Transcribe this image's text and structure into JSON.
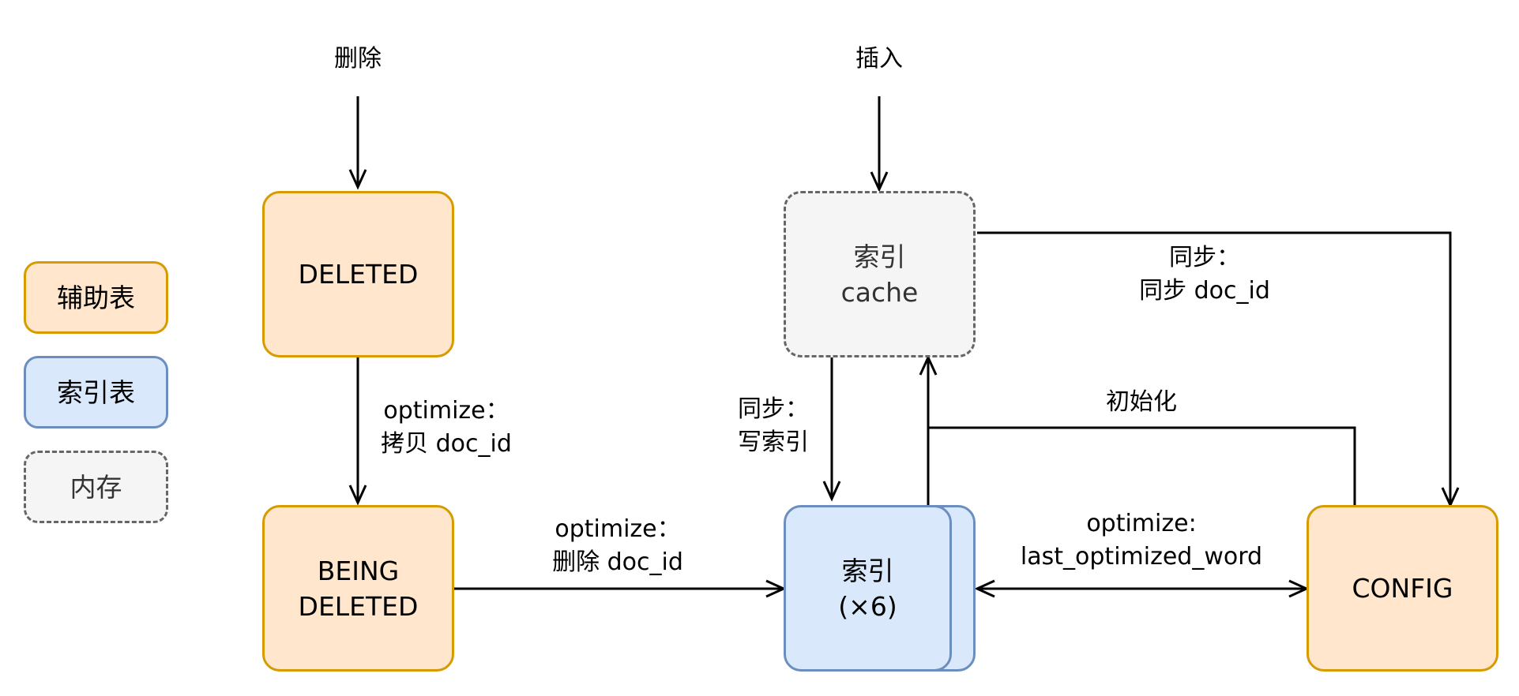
{
  "colors": {
    "aux_fill": "#ffe6cc",
    "aux_stroke": "#d79b00",
    "index_fill": "#dae8fc",
    "index_stroke": "#6c8ebf",
    "memory_fill": "#f5f5f5",
    "memory_stroke": "#666666",
    "edge": "#000000"
  },
  "legend": {
    "aux_table": "辅助表",
    "index_table": "索引表",
    "memory": "内存"
  },
  "inputs": {
    "delete": "删除",
    "insert": "插入"
  },
  "nodes": {
    "deleted": "DELETED",
    "being_deleted": {
      "line1": "BEING",
      "line2": "DELETED"
    },
    "index_cache": {
      "line1": "索引",
      "line2": "cache"
    },
    "index": {
      "line1": "索引",
      "line2": "(×6)"
    },
    "config": "CONFIG"
  },
  "edge_labels": {
    "copy": {
      "line1": "optimize：",
      "line2": "拷贝 doc_id"
    },
    "delete": {
      "line1": "optimize：",
      "line2": "删除 doc_id"
    },
    "write_index": {
      "line1": "同步：",
      "line2": "写索引"
    },
    "sync_doc_id": {
      "line1": "同步：",
      "line2": "同步 doc_id"
    },
    "init": "初始化",
    "last_word": {
      "line1": "optimize:",
      "line2": "last_optimized_word"
    }
  }
}
